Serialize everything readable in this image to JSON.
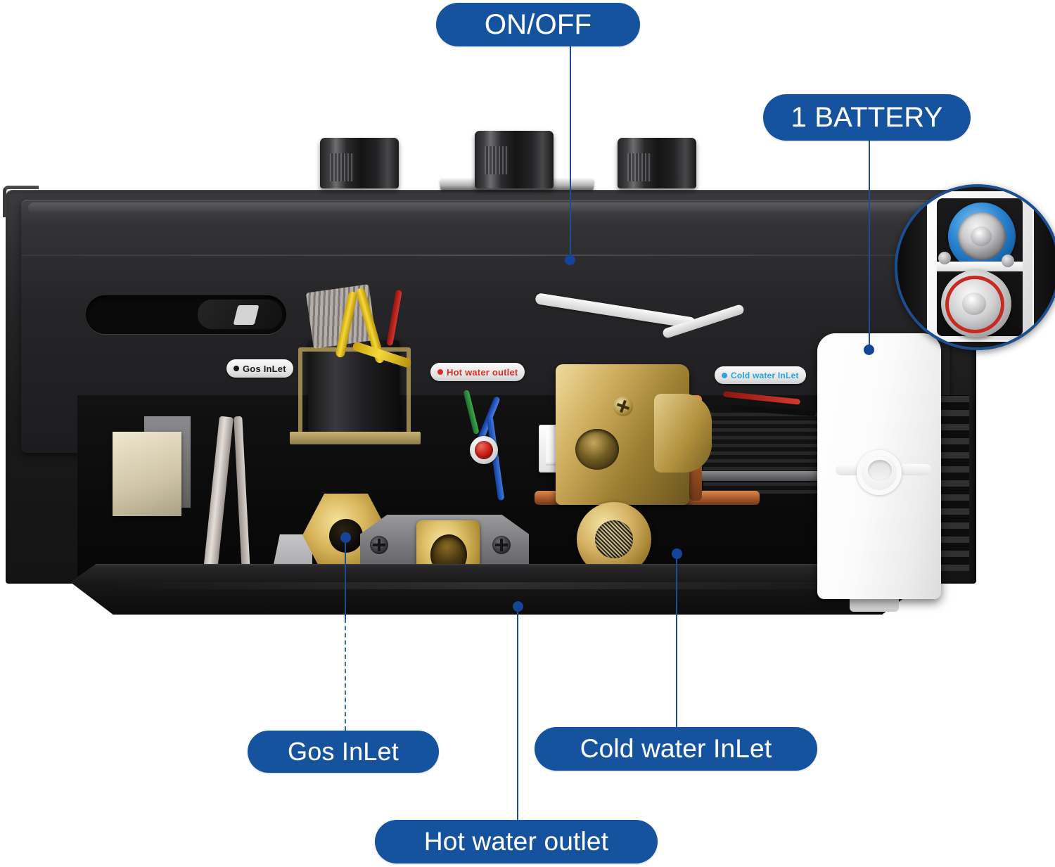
{
  "product": {
    "description": "Tankless gas water heater bottom / internal component view with feature callouts"
  },
  "callouts": [
    {
      "id": "onoff",
      "label": "ON/OFF",
      "target": "power-rocker-switch"
    },
    {
      "id": "battery",
      "label": "1 BATTERY",
      "target": "battery-compartment-cover"
    },
    {
      "id": "gas",
      "label": "Gos InLet",
      "target": "gas-inlet-fitting"
    },
    {
      "id": "cold",
      "label": "Cold water InLet",
      "target": "cold-water-inlet-fitting"
    },
    {
      "id": "hot",
      "label": "Hot water outlet",
      "target": "hot-water-outlet-fitting"
    }
  ],
  "unit_labels": [
    {
      "id": "gas-sticker",
      "text": "Gos InLet",
      "dot_color": "#0f0f10",
      "text_color": "#1b1b1d"
    },
    {
      "id": "hot-sticker",
      "text": "Hot water outlet",
      "dot_color": "#d8312a",
      "text_color": "#d8312a"
    },
    {
      "id": "cold-sticker",
      "text": "Cold water InLet",
      "dot_color": "#2aa3e0",
      "text_color": "#2aa3e0"
    }
  ],
  "colors": {
    "callout_blue": "#16539E",
    "leader_blue": "#1A4F8F",
    "inset_border_blue": "#1b4f8f",
    "background": "#FFFFFF",
    "hot_red": "#d8312a",
    "cold_cyan": "#2aa3e0",
    "brass": "#d4b061",
    "body_black": "#1c1c1e"
  },
  "inset": {
    "id": "battery-magnifier",
    "shape": "circle",
    "content": "battery compartment with one D-cell battery installed, blue positive ring and red negative ring"
  }
}
